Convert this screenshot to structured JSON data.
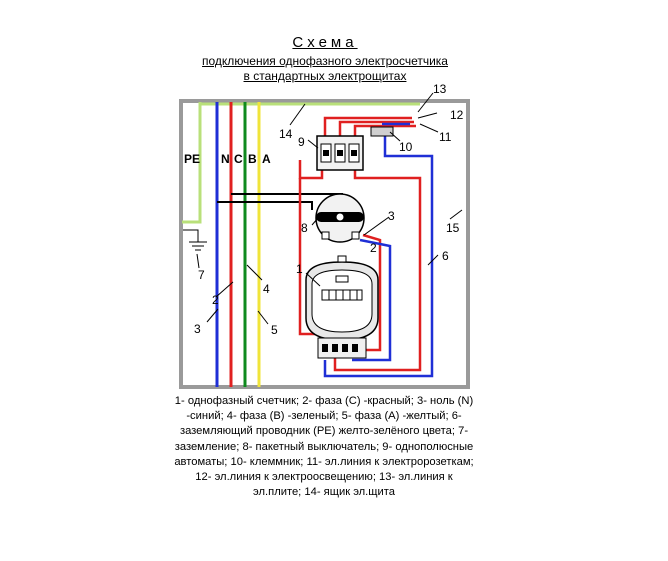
{
  "title": {
    "line1": "Схема",
    "line2": "подключения однофазного электросчетчика",
    "line3": "в стандартных электрощитах"
  },
  "bus_labels": {
    "pe": "PE",
    "n": "N",
    "c": "C",
    "b": "B",
    "a": "A"
  },
  "callouts": [
    "1",
    "2",
    "3",
    "4",
    "5",
    "6",
    "7",
    "8",
    "9",
    "10",
    "11",
    "12",
    "13",
    "14",
    "15",
    "2",
    "3"
  ],
  "wire_colors": {
    "pe": "#b9e07a",
    "neutral": "#1f2fd6",
    "phase_c": "#e02020",
    "phase_b": "#0f8a1e",
    "phase_a": "#f0e43a",
    "cabinet": "#9a9a9a"
  },
  "legend": "1- однофазный счетчик;  2- фаза (С) -красный; 3- ноль (N) -синий; 4- фаза (В) -зеленый; 5- фаза (А) -желтый; 6- заземляющий проводник (PE) желто-зелёного цвета; 7- заземление;  8- пакетный выключатель; 9- однополюсные автоматы;  10- клеммник;  11- эл.линия к электророзеткам;  12- эл.линия к электроосвещению;  13- эл.линия к эл.плите;  14- ящик эл.щита"
}
